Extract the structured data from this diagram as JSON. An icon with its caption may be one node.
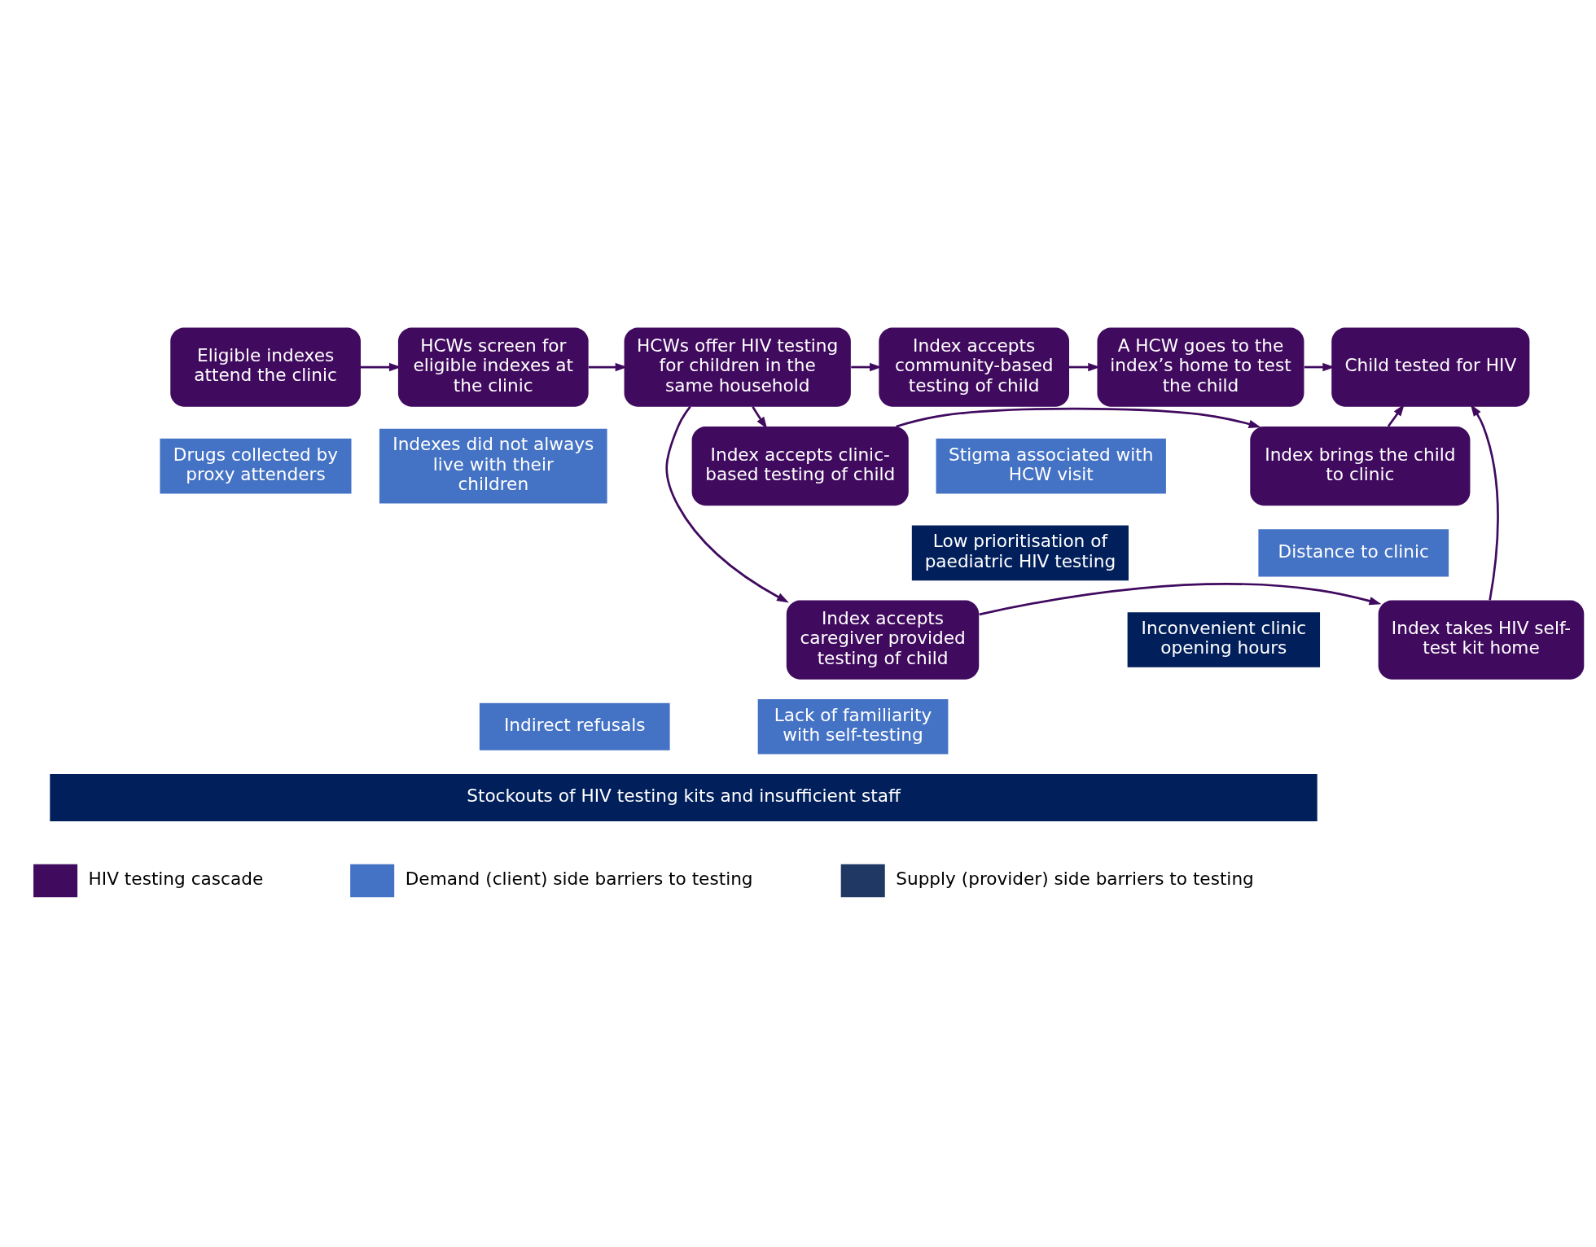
{
  "diagram": {
    "nodes": [
      {
        "text": [
          "Eligible indexes attend the clinic"
        ]
      },
      {
        "text": [
          "Drugs collected by proxy attenders"
        ]
      },
      {
        "text": [
          "HCWs screen for eligible indexes at the clinic"
        ]
      },
      {
        "text": [
          "Indexes did not always live with their children"
        ]
      },
      {
        "text": [
          "Indirect refusals"
        ]
      },
      {
        "text": [
          "HCWs offer HIV testing for children in the same household"
        ]
      },
      {
        "text": [
          "Index accepts clinic-based testing of child"
        ]
      },
      {
        "text": [
          "Index brings the child to clinic"
        ]
      },
      {
        "text": [
          "Distance to clinic"
        ]
      },
      {
        "text": [
          "Inconvenient clinic opening hours"
        ]
      },
      {
        "text": [
          "Index accepts community-based testing of child"
        ]
      },
      {
        "text": [
          "A HCW goes to the index’s home to test the child"
        ]
      },
      {
        "text": [
          "Stigma associated with HCW visit"
        ]
      },
      {
        "text": [
          "Low prioritisation of paediatric HIV testing"
        ]
      },
      {
        "text": [
          "Index accepts caregiver provided testing of child"
        ]
      },
      {
        "text": [
          "Index takes HIV self-test kit home"
        ]
      },
      {
        "text": [
          "Lack of familiarity with self-testing"
        ]
      },
      {
        "text": [
          "Child tested for HIV"
        ]
      },
      {
        "text": [
          "Stockouts of HIV testing kits and insufficient staff"
        ]
      }
    ],
    "edges": [
      {
        "from": 0,
        "to": 2,
        "arrow": "to"
      },
      {
        "from": 2,
        "to": 5,
        "arrow": "to"
      },
      {
        "from": 5,
        "to": 6,
        "arrow": "to"
      },
      {
        "from": 5,
        "to": 10,
        "arrow": "to"
      },
      {
        "from": 5,
        "to": 14,
        "arrow": "to"
      },
      {
        "from": 6,
        "to": 7,
        "arrow": "to"
      },
      {
        "from": 10,
        "to": 11,
        "arrow": "to"
      },
      {
        "from": 14,
        "to": 15,
        "arrow": "to"
      },
      {
        "from": 7,
        "to": 17,
        "arrow": "to"
      },
      {
        "from": 11,
        "to": 17,
        "arrow": "to"
      },
      {
        "from": 15,
        "to": 17,
        "arrow": "to"
      }
    ],
    "legend": [
      {
        "text": "HIV testing cascade",
        "color": "#400a5f"
      },
      {
        "text": "Demand (client) side barriers to testing",
        "color": "#4472c4"
      },
      {
        "text": "Supply (provider) side barriers to testing",
        "color": "#1f3864"
      }
    ]
  }
}
